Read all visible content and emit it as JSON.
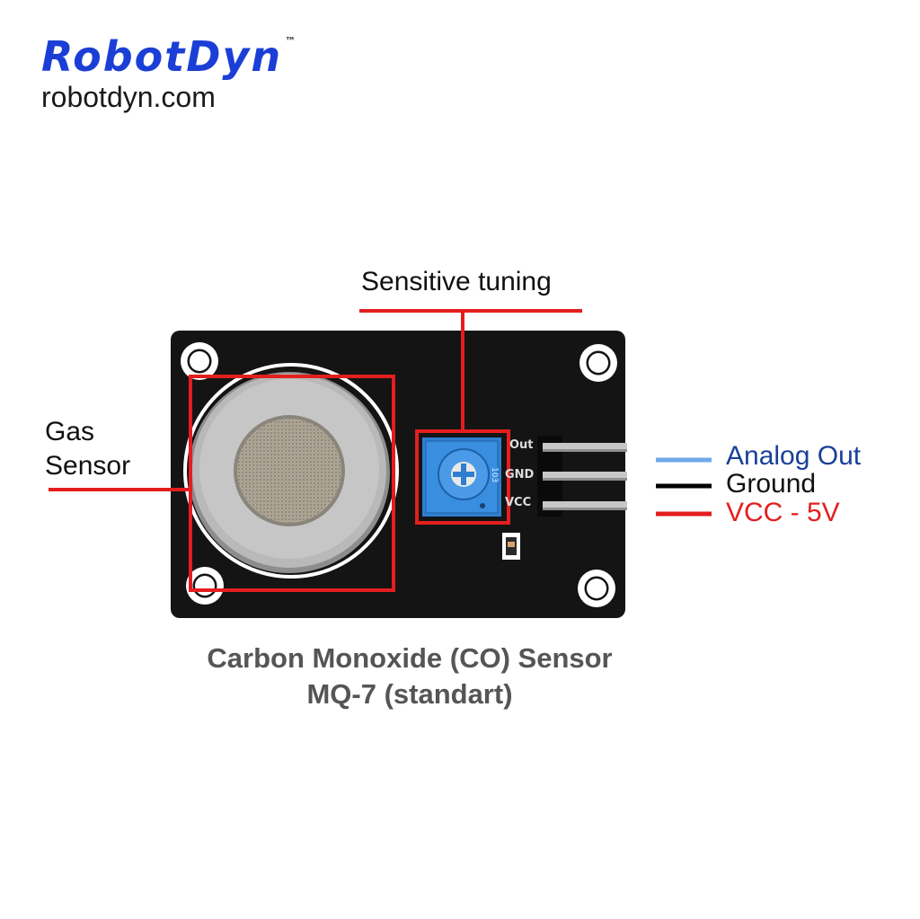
{
  "brand": {
    "name": "RobotDyn",
    "trademark": "™",
    "website": "robotdyn.com"
  },
  "callouts": {
    "gas_sensor": [
      "Gas",
      "Sensor"
    ],
    "tuning": "Sensitive tuning"
  },
  "pins": [
    "Out",
    "GND",
    "VCC"
  ],
  "pot_marking": "103",
  "legend": [
    {
      "label": "Analog Out",
      "color": "#6fa8ea",
      "text_color": "#1a3f99"
    },
    {
      "label": "Ground",
      "color": "#000000",
      "text_color": "#111111"
    },
    {
      "label": "VCC - 5V",
      "color": "#e41e1e",
      "text_color": "#e41e1e"
    }
  ],
  "caption": {
    "line1": "Carbon Monoxide (CO) Sensor",
    "line2": "MQ-7 (standart)"
  },
  "colors": {
    "brand_blue": "#1b3fd6",
    "callout_red": "#e41e1e",
    "pcb": "#141414",
    "pot_blue": "#2e7fd0"
  }
}
